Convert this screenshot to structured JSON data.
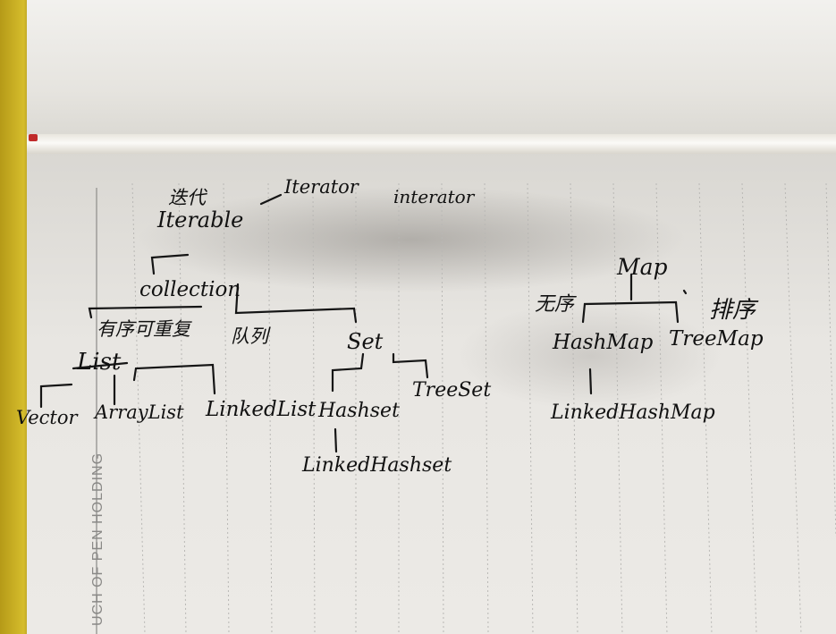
{
  "notebook": {
    "margin_text": "UCH OF PEN HOLDING"
  },
  "handwriting": {
    "iter_zh": "迭代",
    "iterator_a": "Iterator",
    "iterator_b": "interator",
    "iterable": "Iterable",
    "collection": "collection",
    "ordered_zh": "有序可重复",
    "queue_zh": "队列",
    "list": "List",
    "set": "Set",
    "vector": "Vector",
    "arraylist": "ArrayList",
    "linkedlist": "LinkedList",
    "hashset": "Hashset",
    "treeset": "TreeSet",
    "linkedhashset": "LinkedHashset",
    "map": "Map",
    "unordered_zh": "无序",
    "sorted_zh": "排序",
    "hashmap": "HashMap",
    "treemap": "TreeMap",
    "linkedhashmap": "LinkedHashMap"
  }
}
